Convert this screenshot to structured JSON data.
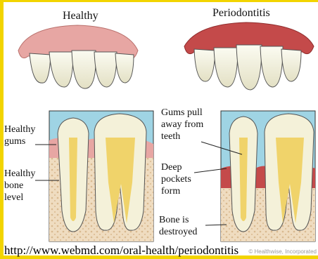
{
  "headings": {
    "healthy": "Healthy",
    "periodontitis": "Periodontitis"
  },
  "labels": {
    "healthy_gums": [
      "Healthy",
      "gums"
    ],
    "healthy_bone": [
      "Healthy",
      "bone",
      "level"
    ],
    "gums_pull": [
      "Gums pull",
      "away from",
      "teeth"
    ],
    "deep_pockets": [
      "Deep",
      "pockets",
      "form"
    ],
    "bone_destroyed": [
      "Bone is",
      "destroyed"
    ]
  },
  "source_url": "http://www.webmd.com/oral-health/periodontitis",
  "credit": "© Healthwise, Incorporated",
  "colors": {
    "frame": "#f2d400",
    "gum_healthy": "#e7a6a3",
    "gum_inflamed": "#c44a4a",
    "tooth": "#f4f1d9",
    "pulp": "#f0d36a",
    "bone": "#efdcc0"
  }
}
